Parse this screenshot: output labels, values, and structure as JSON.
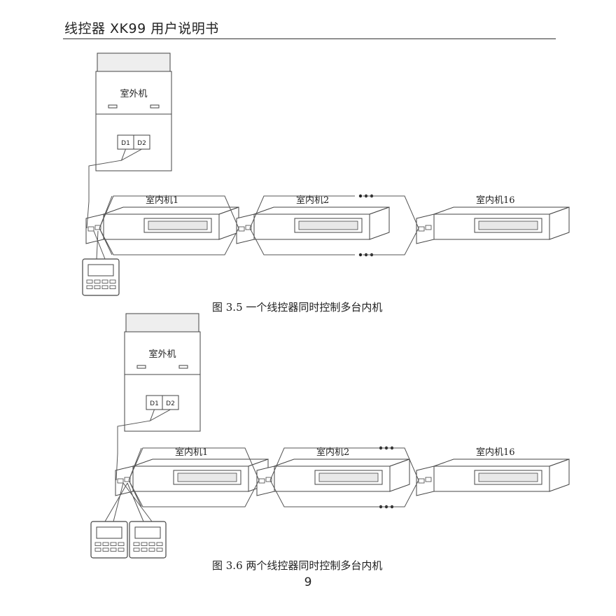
{
  "header": {
    "title": "线控器 XK99 用户说明书"
  },
  "figures": [
    {
      "outdoor_label": "室外机",
      "terminal_d1": "D1",
      "terminal_d2": "D2",
      "indoor_units": [
        "室内机1",
        "室内机2",
        "室内机16"
      ],
      "controllers": 1,
      "caption": "图 3.5  一个线控器同时控制多台内机"
    },
    {
      "outdoor_label": "室外机",
      "terminal_d1": "D1",
      "terminal_d2": "D2",
      "indoor_units": [
        "室内机1",
        "室内机2",
        "室内机16"
      ],
      "controllers": 2,
      "caption": "图 3.6  两个线控器同时控制多台内机"
    }
  ],
  "page_number": "9"
}
